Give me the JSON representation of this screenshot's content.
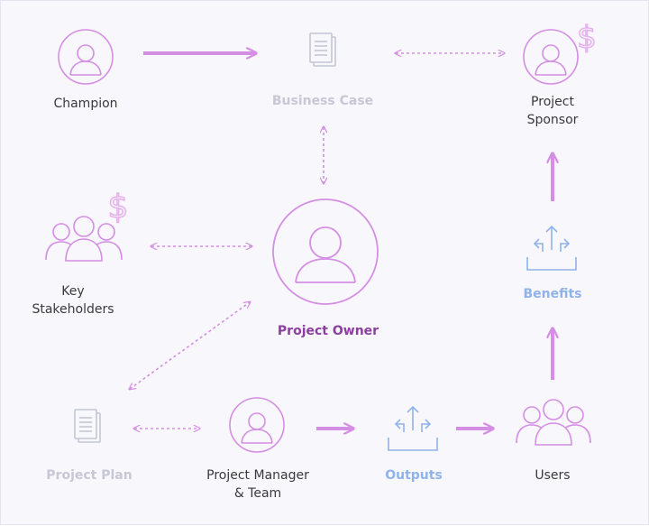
{
  "nodes": {
    "champion": "Champion",
    "business_case": "Business Case",
    "project_sponsor": [
      "Project",
      "Sponsor"
    ],
    "key_stakeholders": [
      "Key",
      "Stakeholders"
    ],
    "project_owner": "Project Owner",
    "benefits": "Benefits",
    "project_plan": "Project Plan",
    "project_manager": [
      "Project Manager",
      "& Team"
    ],
    "outputs": "Outputs",
    "users": "Users"
  },
  "icons": {
    "champion": "person-icon",
    "business_case": "document-icon",
    "project_sponsor": "person-with-dollar-icon",
    "key_stakeholders": "group-with-dollar-icon",
    "project_owner": "person-icon",
    "benefits": "branching-arrows-icon",
    "project_plan": "document-icon",
    "project_manager": "person-icon",
    "outputs": "branching-arrows-icon",
    "users": "group-icon"
  },
  "colors": {
    "background": "#f8f7fb",
    "arrow": "#d48ee4",
    "icon": "#d48ee4",
    "dollar": "#e7b3ef",
    "muted_icon": "#c3c6d4",
    "muted_text": "#c7c7d6",
    "blue": "#8fb3ea",
    "owner_text": "#8b3f9e",
    "text": "#3a3a3a"
  }
}
